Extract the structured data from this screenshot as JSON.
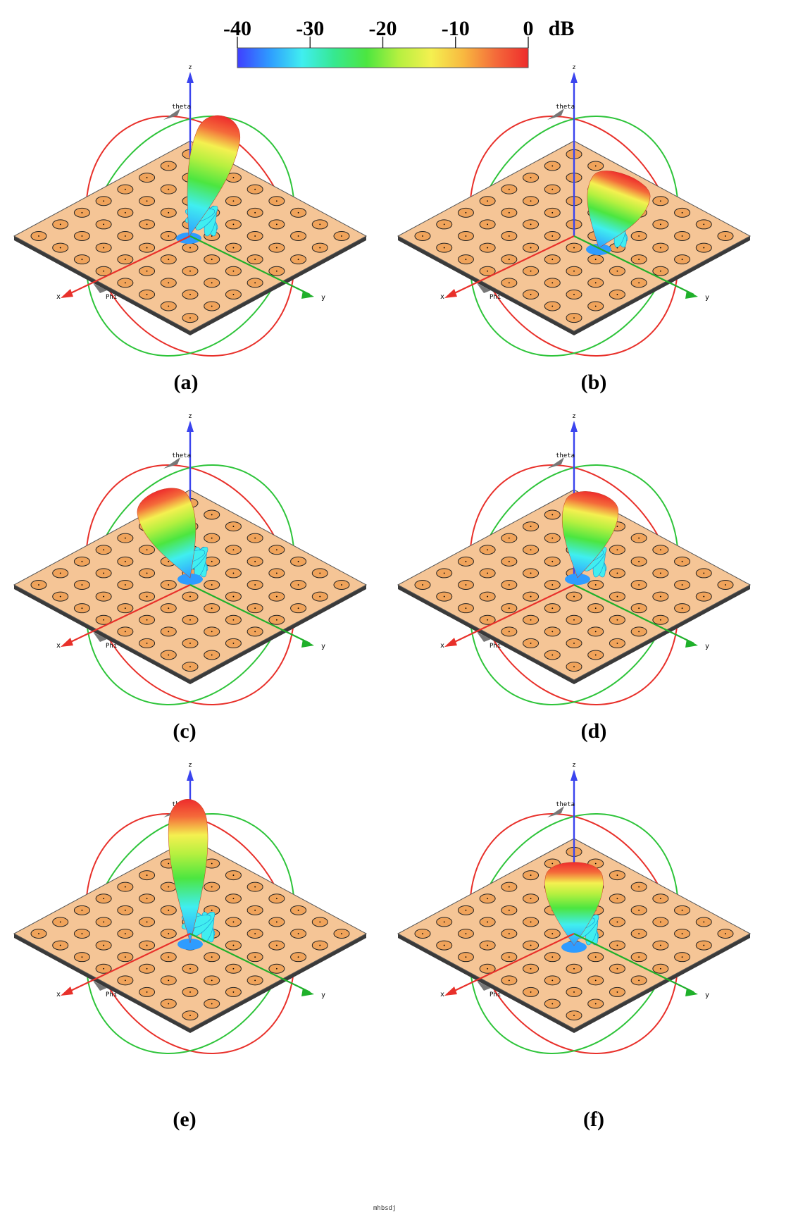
{
  "colorbar": {
    "ticks": [
      "-40",
      "-30",
      "-20",
      "-10",
      "0"
    ],
    "unit": "dB",
    "stops": [
      "#3f3fff",
      "#2e9cff",
      "#40eef0",
      "#36e890",
      "#4ce640",
      "#b6f040",
      "#f4f050",
      "#f8b840",
      "#f46a3a",
      "#ee2c2c"
    ]
  },
  "axis_labels": {
    "x": "x",
    "y": "y",
    "z": "z",
    "theta": "theta",
    "phi": "Phi"
  },
  "colors": {
    "ring_elevation_a": "#e8302a",
    "ring_elevation_b": "#2ec43a",
    "ring_azimuth": "#3b48e0",
    "axis_x": "#e8302a",
    "axis_y": "#1fb02a",
    "axis_z": "#3a44ee",
    "substrate": "#f5c596",
    "substrate_edge": "#555555",
    "patch": "#f0a35a"
  },
  "panels": [
    {
      "label": "(a)",
      "beam": "tilted toward +y, high elevation"
    },
    {
      "label": "(b)",
      "beam": "tilted toward +y, low elevation"
    },
    {
      "label": "(c)",
      "beam": "tilted toward -y"
    },
    {
      "label": "(d)",
      "beam": "tilted toward +y, mid elevation"
    },
    {
      "label": "(e)",
      "beam": "broadside"
    },
    {
      "label": "(f)",
      "beam": "broadside, wide"
    }
  ],
  "note": "mhbsdj"
}
